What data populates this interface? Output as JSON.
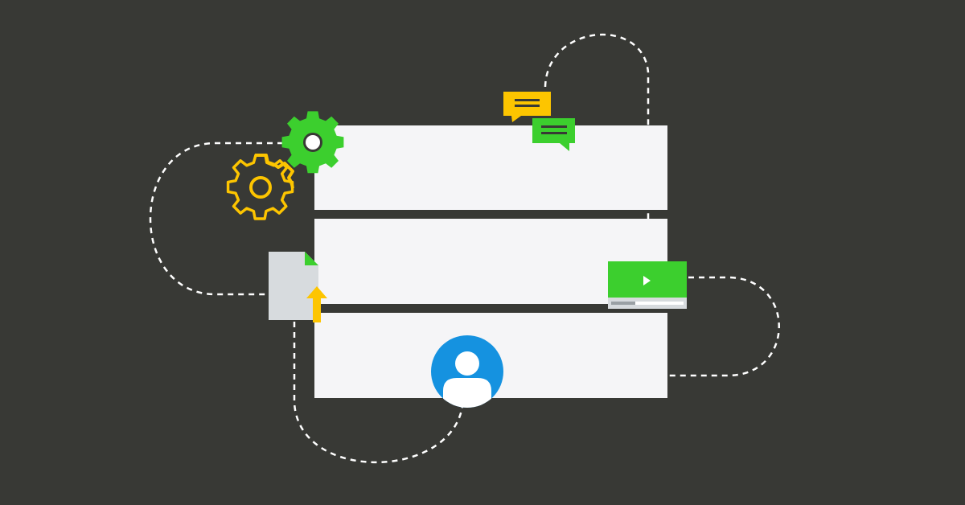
{
  "colors": {
    "background": "#383935",
    "panel": "#f5f5f7",
    "green": "#3ccf2e",
    "yellow": "#fdc500",
    "blue": "#1592e0",
    "white": "#ffffff",
    "file_gray": "#d7dbde",
    "dashed_line": "#ffffff"
  },
  "illustration": {
    "panels": [
      "panel-top",
      "panel-middle",
      "panel-bottom"
    ],
    "icons": [
      "gear-green-icon",
      "gear-yellow-outline-icon",
      "chat-bubble-yellow-icon",
      "chat-bubble-green-icon",
      "file-upload-icon",
      "video-player-icon",
      "user-avatar-icon"
    ]
  }
}
